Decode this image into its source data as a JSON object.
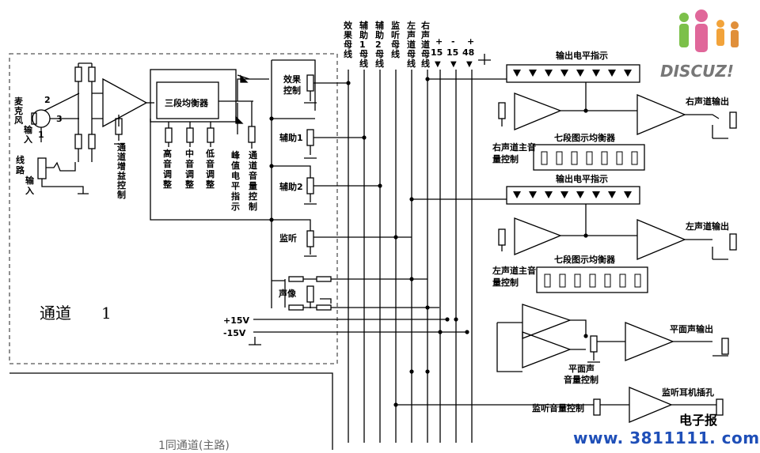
{
  "channel": {
    "name": "通道",
    "number": "1"
  },
  "bottom_partial": "1同通道(主路)",
  "left_inputs": {
    "mic": "麦克风输入",
    "line": "线路输入",
    "pin1": "1",
    "pin2": "2",
    "pin3": "3"
  },
  "channel_blocks": {
    "gain": "通道增益控制",
    "eq3": "三段均衡器",
    "high": "高音调整",
    "mid": "中音调整",
    "low": "低音调整",
    "peak": "峰值电平指示",
    "vol": "通道音量控制",
    "fx": "效果控制",
    "aux1": "辅助1",
    "aux2": "辅助2",
    "monitor": "监听",
    "pan": "声像"
  },
  "buses": [
    "效果母线",
    "辅助1母线",
    "辅助2母线",
    "监听母线",
    "左声道母线",
    "右声道母线"
  ],
  "power_rails": [
    {
      "sign": "+",
      "value": "15"
    },
    {
      "sign": "-",
      "value": "15"
    },
    {
      "sign": "+",
      "value": "48"
    }
  ],
  "supply_labels": [
    "+15V",
    "-15V"
  ],
  "right_section": {
    "level_right": "输出电平指示",
    "level_left": "输出电平指示",
    "eq7_right": "七段图示均衡器",
    "eq7_left": "七段图示均衡器",
    "right_master": "右声道主音量控制",
    "left_master": "左声道主音量控制",
    "right_out": "右声道输出",
    "left_out": "左声道输出",
    "flat_vol": "平面声音量控制",
    "flat_out": "平面声输出",
    "mon_vol": "监听音量控制",
    "headphone": "监听耳机插孔"
  },
  "watermarks": {
    "logo": "DISCUZ!",
    "brand": "电子报",
    "url": "www. 3811111. com"
  },
  "colors": {
    "line": "#000000",
    "dash": "#555555",
    "logo_pink": "#e0679a",
    "logo_green": "#7cc04a",
    "logo_orange": "#f2a33a",
    "url_blue": "#1f4fb8"
  }
}
